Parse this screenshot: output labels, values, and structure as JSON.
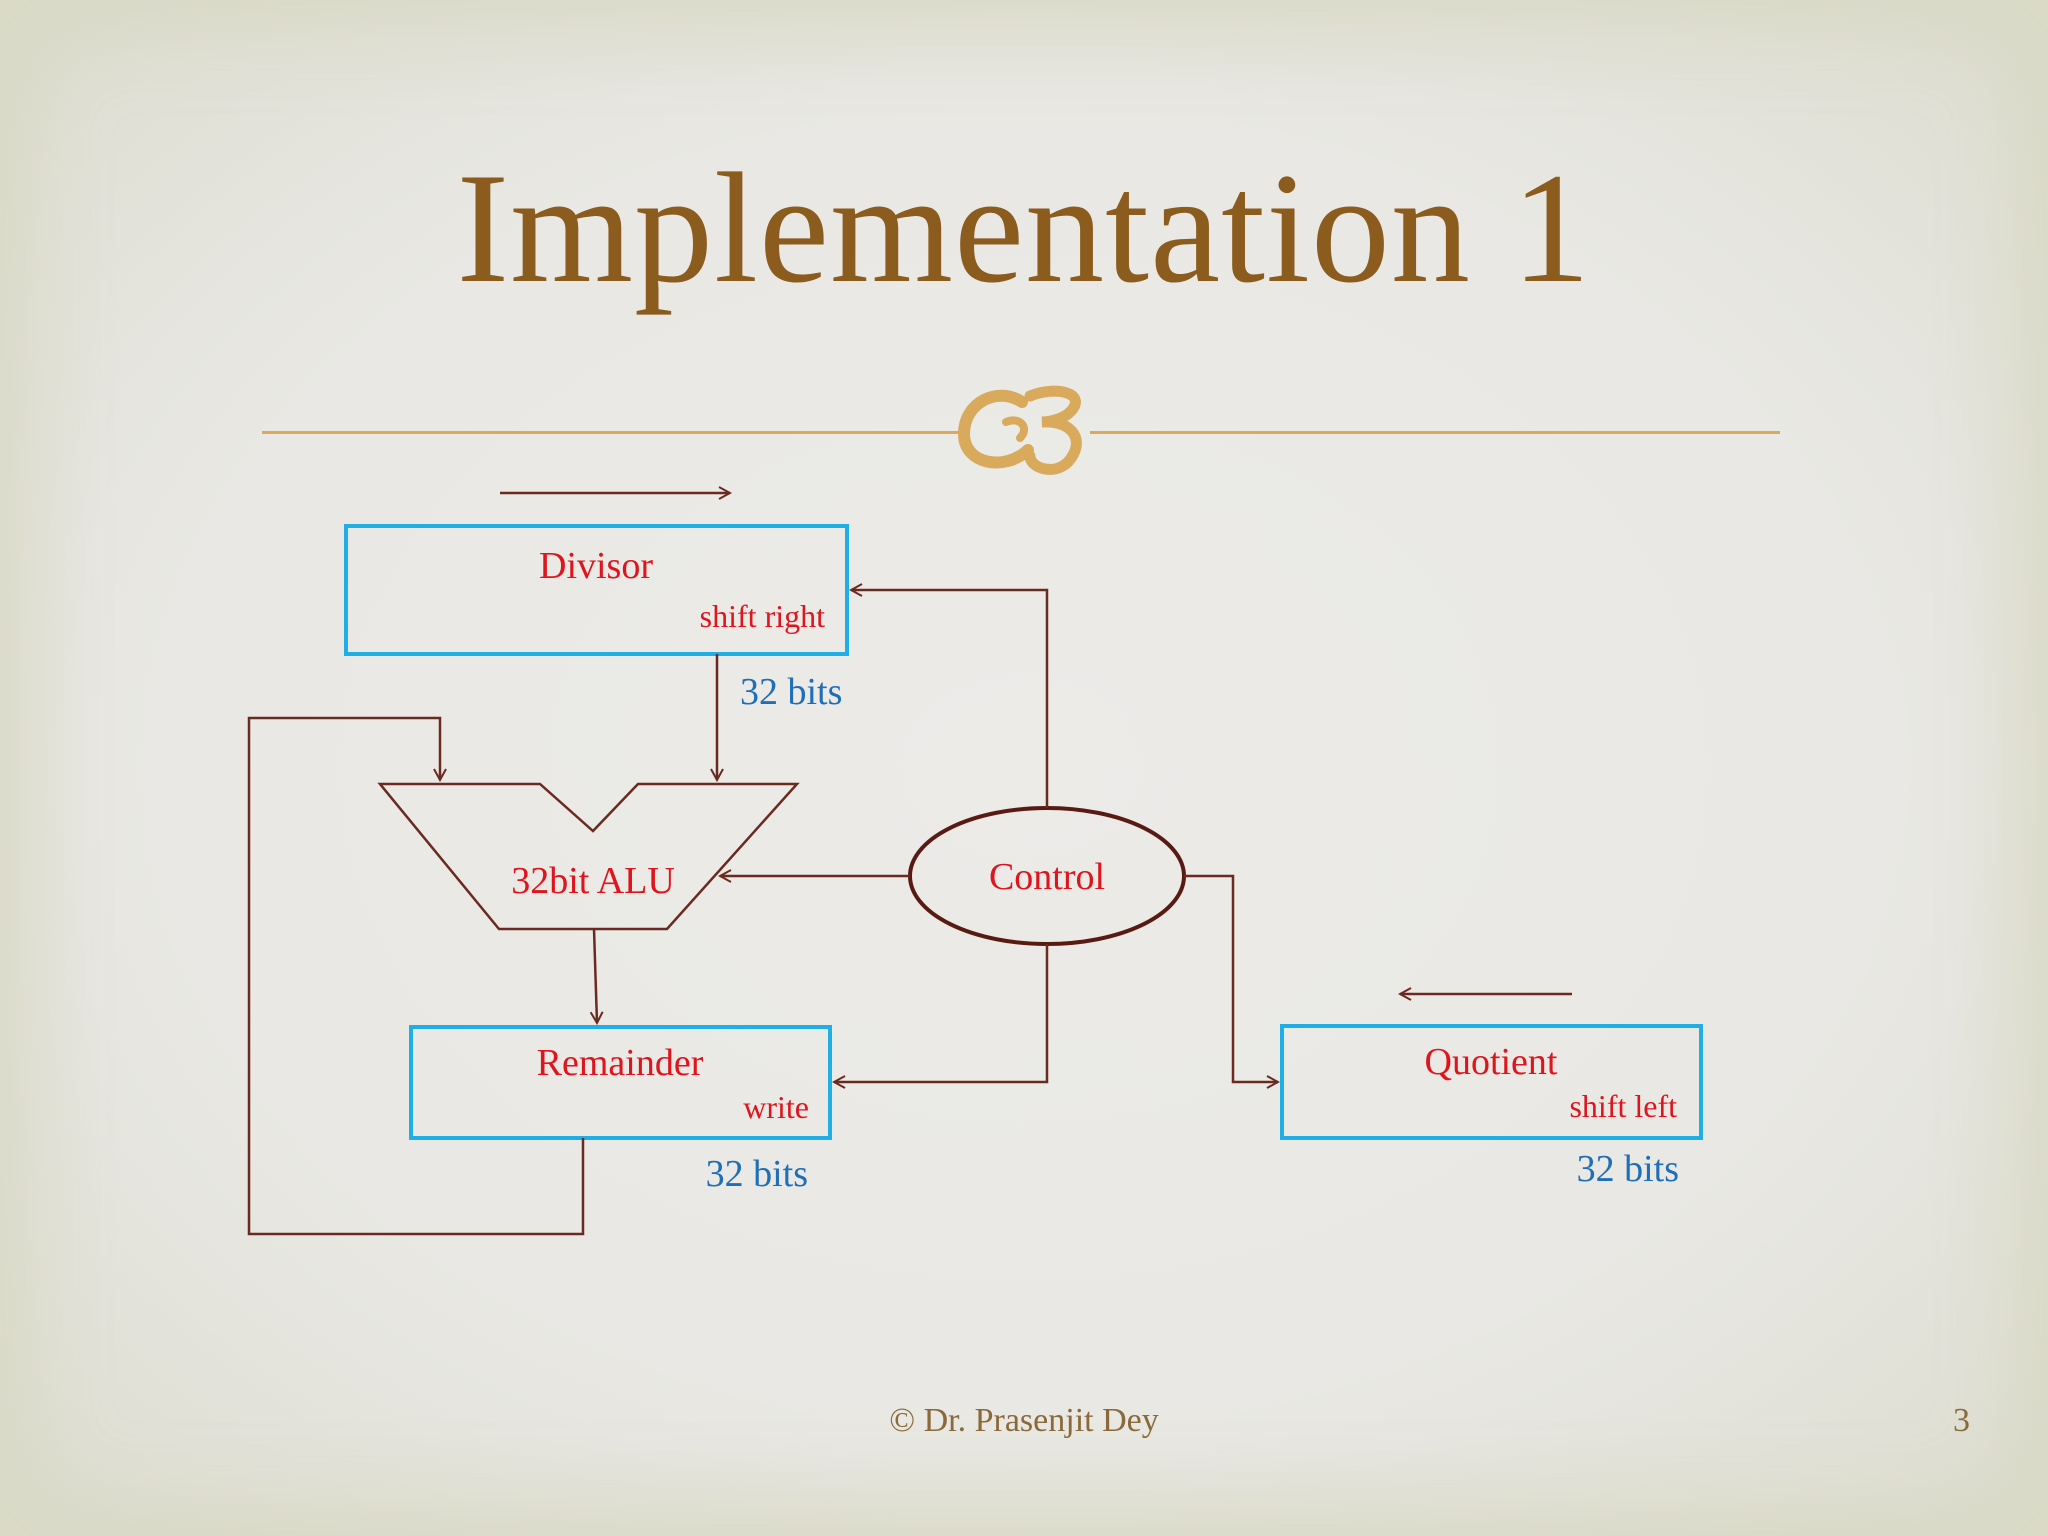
{
  "slide": {
    "title": "Implementation 1",
    "footer": "© Dr. Prasenjit Dey",
    "page_number": "3"
  },
  "diagram": {
    "divisor": {
      "label": "Divisor",
      "sub": "shift right",
      "width": "32 bits"
    },
    "alu": {
      "label": "32bit ALU"
    },
    "control": {
      "label": "Control"
    },
    "remainder": {
      "label": "Remainder",
      "sub": "write",
      "width": "32 bits"
    },
    "quotient": {
      "label": "Quotient",
      "sub": "shift left",
      "width": "32 bits"
    }
  },
  "colors": {
    "title": "#8b5c1e",
    "box_border": "#20aee6",
    "label_red": "#e0141c",
    "label_blue": "#1e6fb8",
    "wire": "#6b2a1f",
    "rule": "#d9a95c"
  }
}
